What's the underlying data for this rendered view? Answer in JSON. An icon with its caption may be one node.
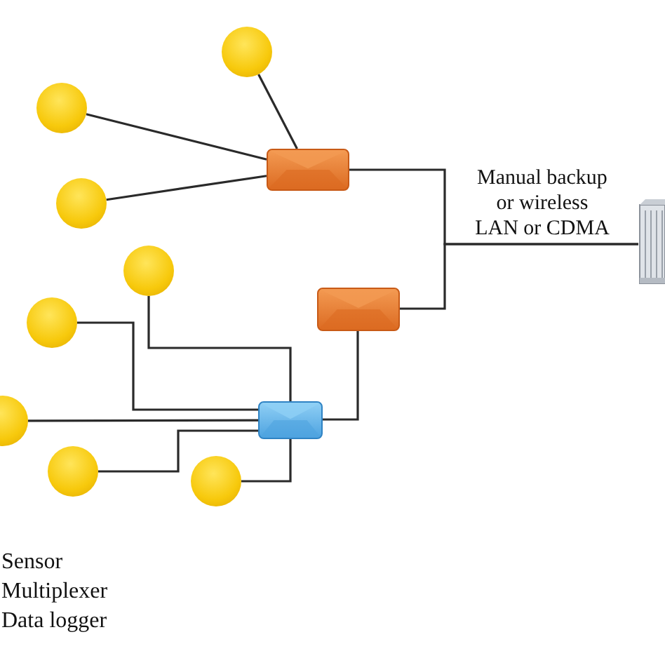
{
  "diagram": {
    "nodes": [
      {
        "text": [],
        "shape": "circle"
      },
      {
        "text": [],
        "shape": "circle"
      },
      {
        "text": [],
        "shape": "circle"
      },
      {
        "text": [],
        "shape": "circle"
      },
      {
        "text": [],
        "shape": "circle"
      },
      {
        "text": [],
        "shape": "circle"
      },
      {
        "text": [],
        "shape": "circle"
      },
      {
        "text": [],
        "shape": "circle"
      },
      {
        "text": [],
        "shape": "box"
      },
      {
        "text": [],
        "shape": "box"
      },
      {
        "text": [],
        "shape": "box"
      },
      {
        "text": [],
        "shape": "picture"
      }
    ],
    "edges": [
      {
        "from": 0,
        "to": 8,
        "arrow": "none"
      },
      {
        "from": 1,
        "to": 8,
        "arrow": "none"
      },
      {
        "from": 2,
        "to": 8,
        "arrow": "none"
      },
      {
        "from": 3,
        "to": 10,
        "arrow": "none"
      },
      {
        "from": 4,
        "to": 10,
        "arrow": "none"
      },
      {
        "from": 5,
        "to": 10,
        "arrow": "none"
      },
      {
        "from": 6,
        "to": 10,
        "arrow": "none"
      },
      {
        "from": 7,
        "to": 10,
        "arrow": "none"
      },
      {
        "from": 10,
        "to": 9,
        "arrow": "none"
      },
      {
        "from": 8,
        "to": 11,
        "arrow": "none",
        "label": "Manual backup or wireless LAN or CDMA"
      },
      {
        "from": 9,
        "to": 11,
        "arrow": "none"
      }
    ],
    "labels": [
      "Sensor",
      "Multiplexer",
      "Data logger"
    ]
  }
}
